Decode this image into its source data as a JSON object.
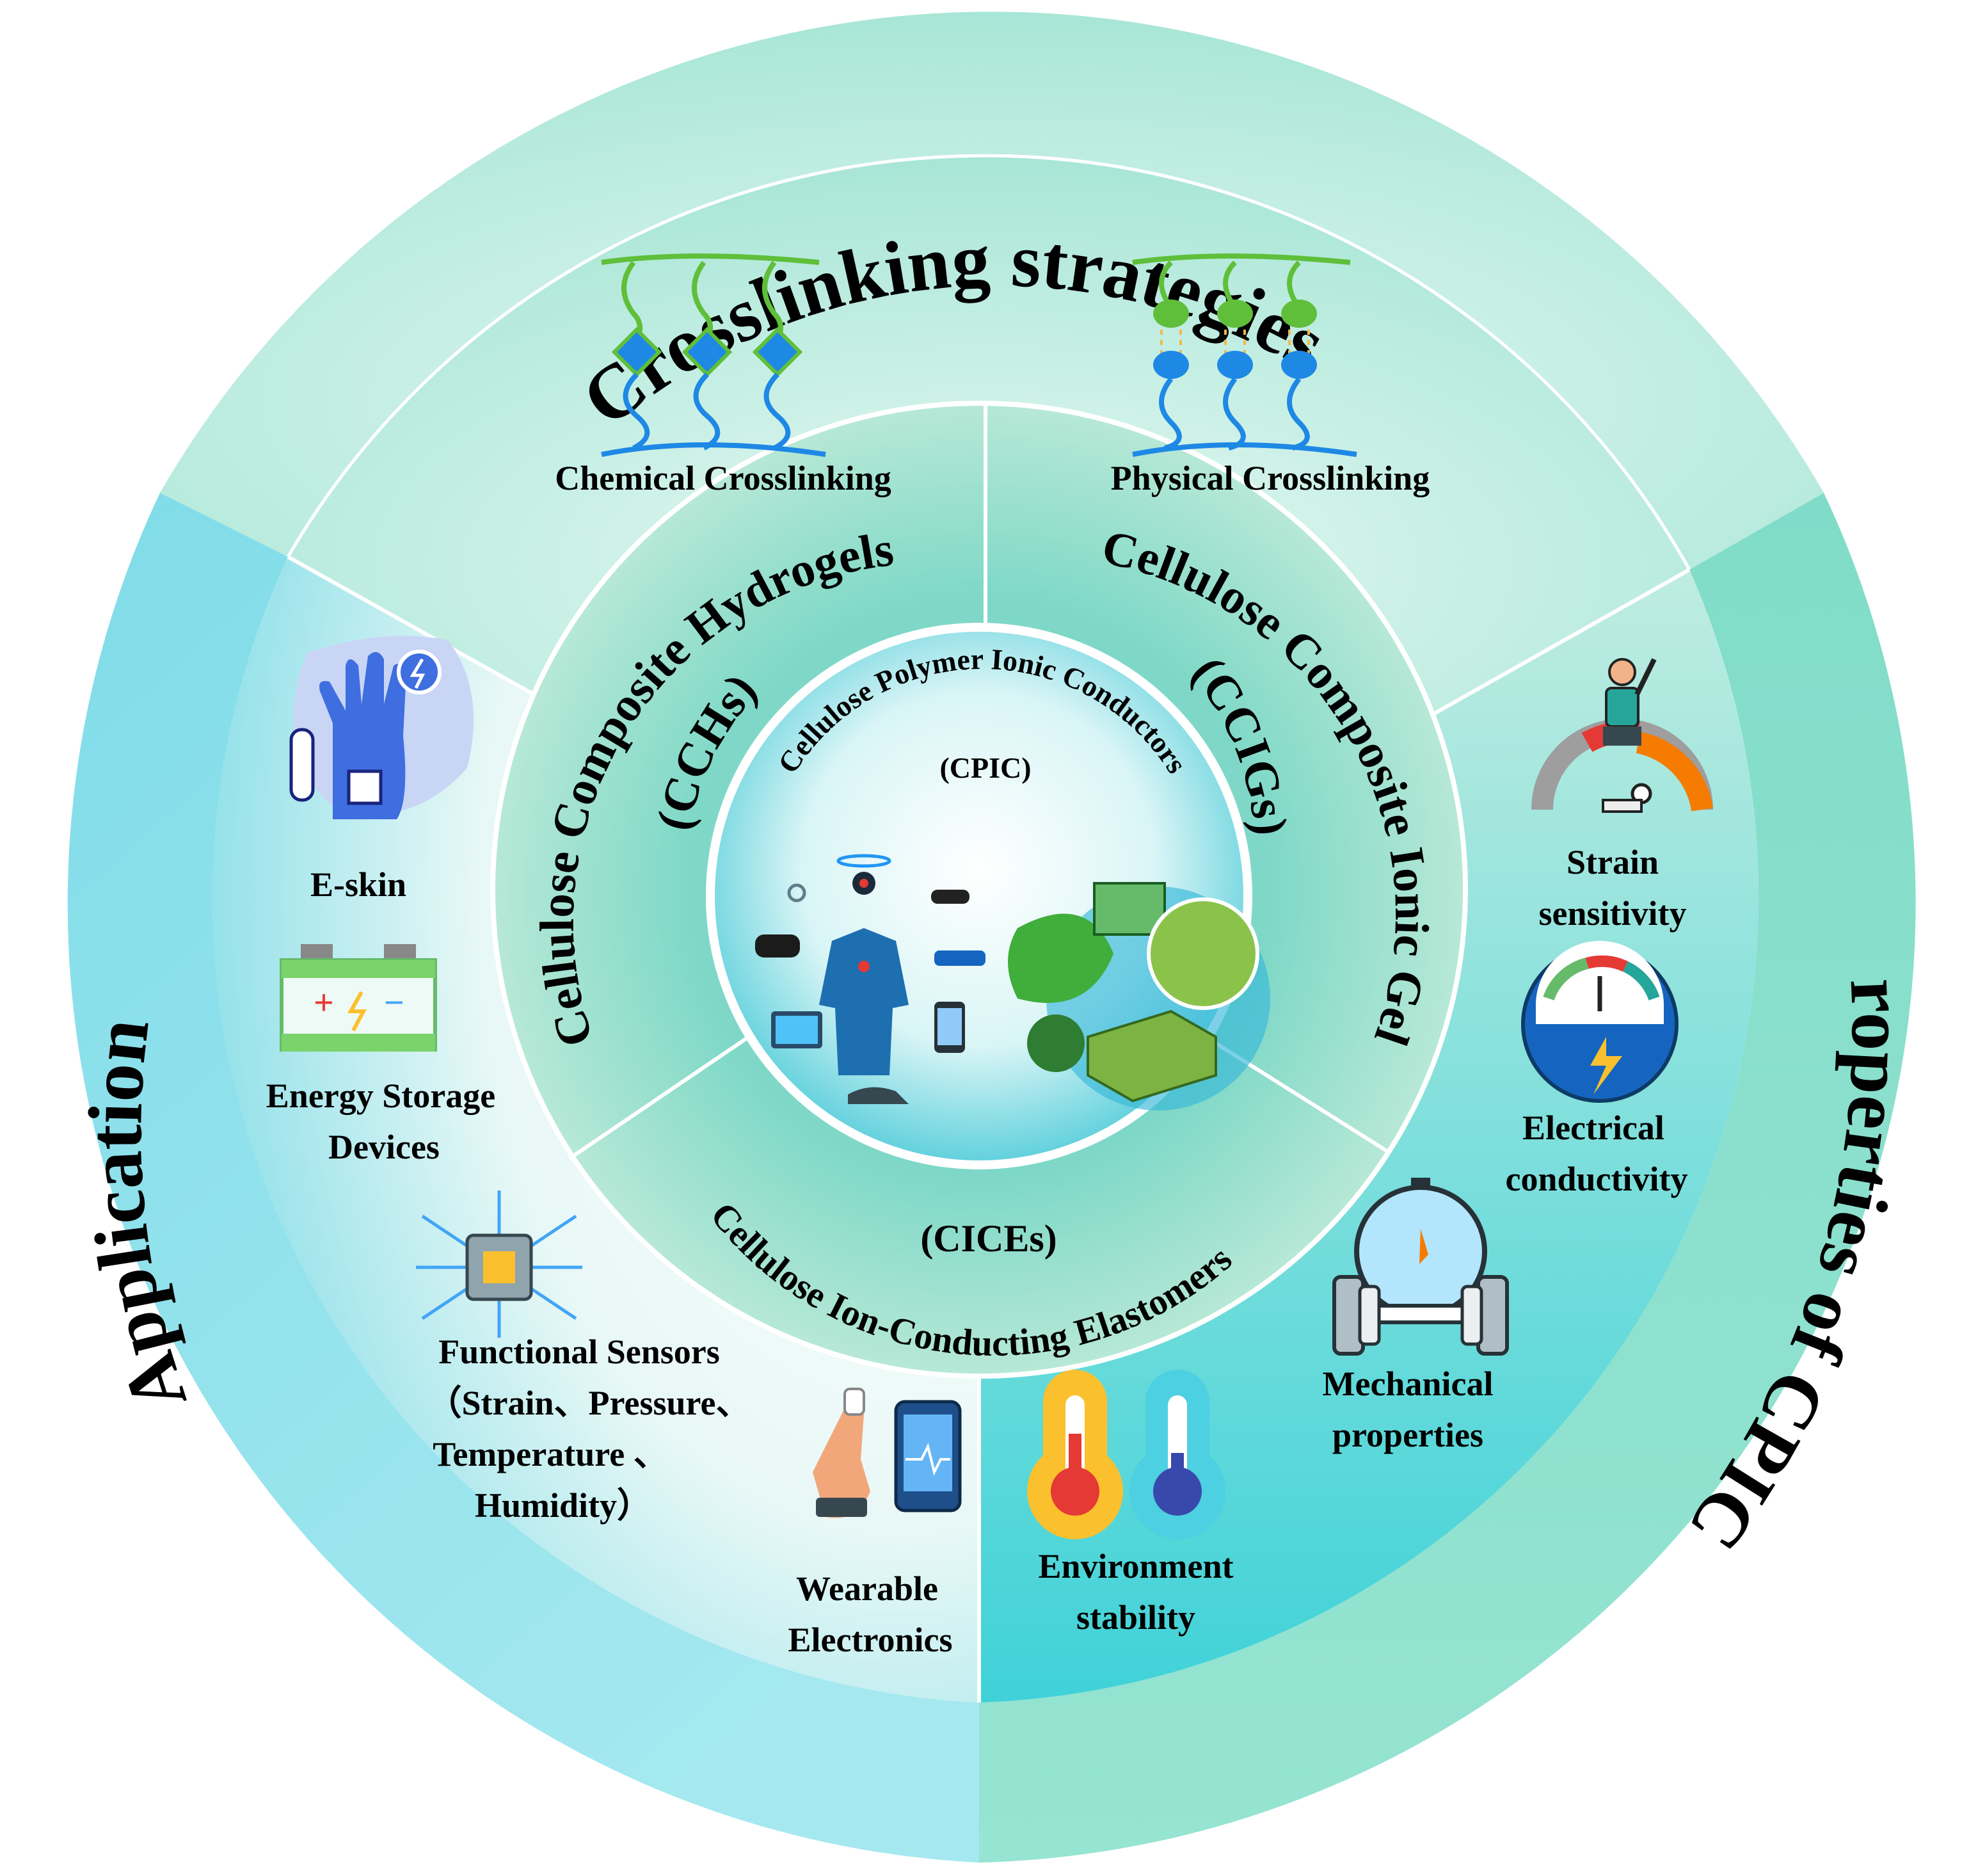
{
  "outer_ring": {
    "top_title": "Crosslinking strategies",
    "left_title": "Application",
    "right_title": "Properties of CPIC"
  },
  "crosslinking": {
    "chemical_label": "Chemical Crosslinking",
    "physical_label": "Physical Crosslinking"
  },
  "middle_ring": {
    "cch_name": "Cellulose Composite Hydrogels",
    "cch_abbr": "(CCHs)",
    "ccig_name": "Cellulose Composite Ionic Gel",
    "ccig_abbr": "(CCIGs)",
    "cice_name": "Cellulose Ion-Conducting Elastomers",
    "cice_abbr": "(CICEs)"
  },
  "core": {
    "title": "Cellulose Polymer Ionic Conductors",
    "abbr": "(CPIC)"
  },
  "applications": {
    "eskin": "E-skin",
    "energy_line1": "Energy Storage",
    "energy_line2": "Devices",
    "sensors_line1": "Functional Sensors",
    "sensors_line2": "（Strain、Pressure、",
    "sensors_line3": "Temperature 、",
    "sensors_line4": "Humidity）",
    "wearable_line1": "Wearable",
    "wearable_line2": "Electronics"
  },
  "properties": {
    "strain_line1": "Strain",
    "strain_line2": "sensitivity",
    "electrical_line1": "Electrical",
    "electrical_line2": "conductivity",
    "mechanical_line1": "Mechanical",
    "mechanical_line2": "properties",
    "environment_line1": "Environment",
    "environment_line2": "stability"
  },
  "colors": {
    "top_ring": "#b4e9dc",
    "left_ring": "#8fe2ec",
    "right_ring": "#8fe3d0",
    "middle_ring": "#7dd9c6",
    "core": "#bdeef0",
    "chem_green": "#5fbf3a",
    "chem_blue": "#1e88e5"
  }
}
